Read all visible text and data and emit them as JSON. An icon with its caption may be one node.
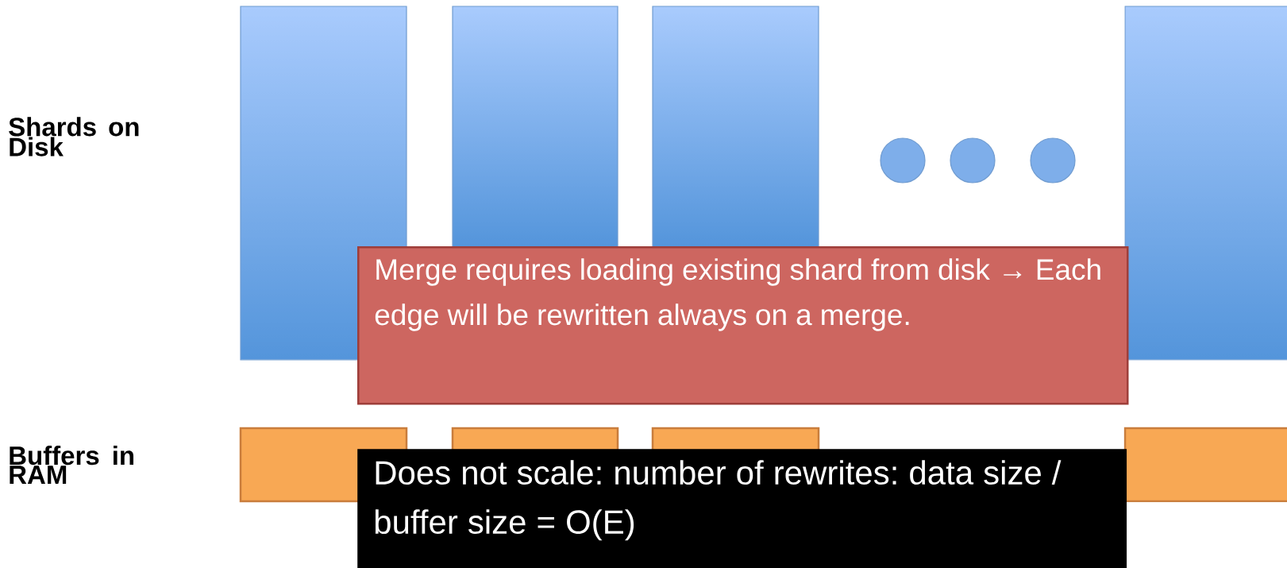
{
  "diagram": {
    "nodes": [
      {
        "text": [],
        "shape": "box"
      },
      {
        "text": [],
        "shape": "box"
      },
      {
        "text": [],
        "shape": "box"
      },
      {
        "text": [],
        "shape": "circle"
      },
      {
        "text": [],
        "shape": "circle"
      },
      {
        "text": [],
        "shape": "circle"
      },
      {
        "text": [],
        "shape": "box"
      },
      {
        "text": [
          "Merge requires loading existing shard from disk → Each edge will be rewritten always on a merge."
        ]
      },
      {
        "text": [],
        "shape": "box"
      },
      {
        "text": [],
        "shape": "box"
      },
      {
        "text": [],
        "shape": "box"
      },
      {
        "text": [],
        "shape": "box"
      },
      {
        "text": [
          "Does not scale:  number of rewrites: data size / buffer size = O(E)"
        ]
      }
    ],
    "labels": [
      "Shards on Disk",
      "Buffers in RAM"
    ]
  }
}
